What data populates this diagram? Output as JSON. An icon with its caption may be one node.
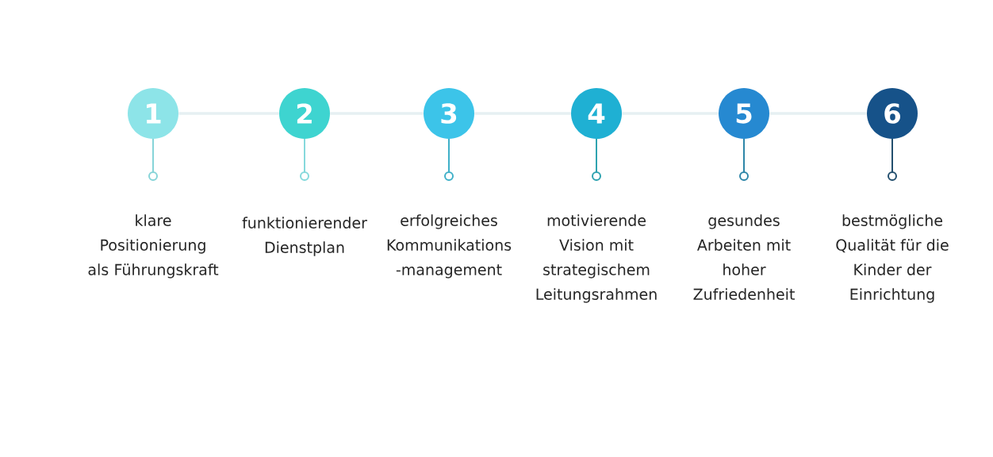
{
  "diagram": {
    "nodes": [
      {
        "text": [
          "1"
        ]
      },
      {
        "text": [
          "2"
        ]
      },
      {
        "text": [
          "3"
        ]
      },
      {
        "text": [
          "4"
        ]
      },
      {
        "text": [
          "5"
        ]
      },
      {
        "text": [
          "6"
        ]
      }
    ],
    "edges": [
      {
        "from": 0,
        "to": 1,
        "arrow": "none"
      },
      {
        "from": 1,
        "to": 2,
        "arrow": "none"
      },
      {
        "from": 2,
        "to": 3,
        "arrow": "none"
      },
      {
        "from": 3,
        "to": 4,
        "arrow": "none"
      },
      {
        "from": 4,
        "to": 5,
        "arrow": "none"
      }
    ],
    "labels": [
      "klare Positionierung als Führungskraft",
      "funktionierender Dienstplan",
      "erfolgreiches Kommunikations -management",
      "motivierende Vision mit strategischem Leitungsrahmen",
      "gesundes Arbeiten mit hoher Zufriedenheit",
      "bestmögliche Qualität für die Kinder der Einrichtung"
    ]
  }
}
